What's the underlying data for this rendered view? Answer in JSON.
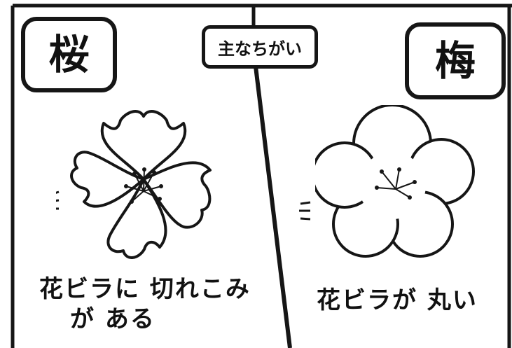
{
  "panel": {
    "left_label": "桜",
    "right_label": "梅",
    "center_sign": "主なちがい",
    "left_caption_line1": "花ビラに 切れこみ",
    "left_caption_line2": "が ある",
    "right_caption": "花ビラが 丸い"
  },
  "colors": {
    "ink": "#161616",
    "paper": "#ffffff"
  },
  "icons": {
    "left_flower": "sakura-flower-icon",
    "right_flower": "ume-flower-icon"
  }
}
